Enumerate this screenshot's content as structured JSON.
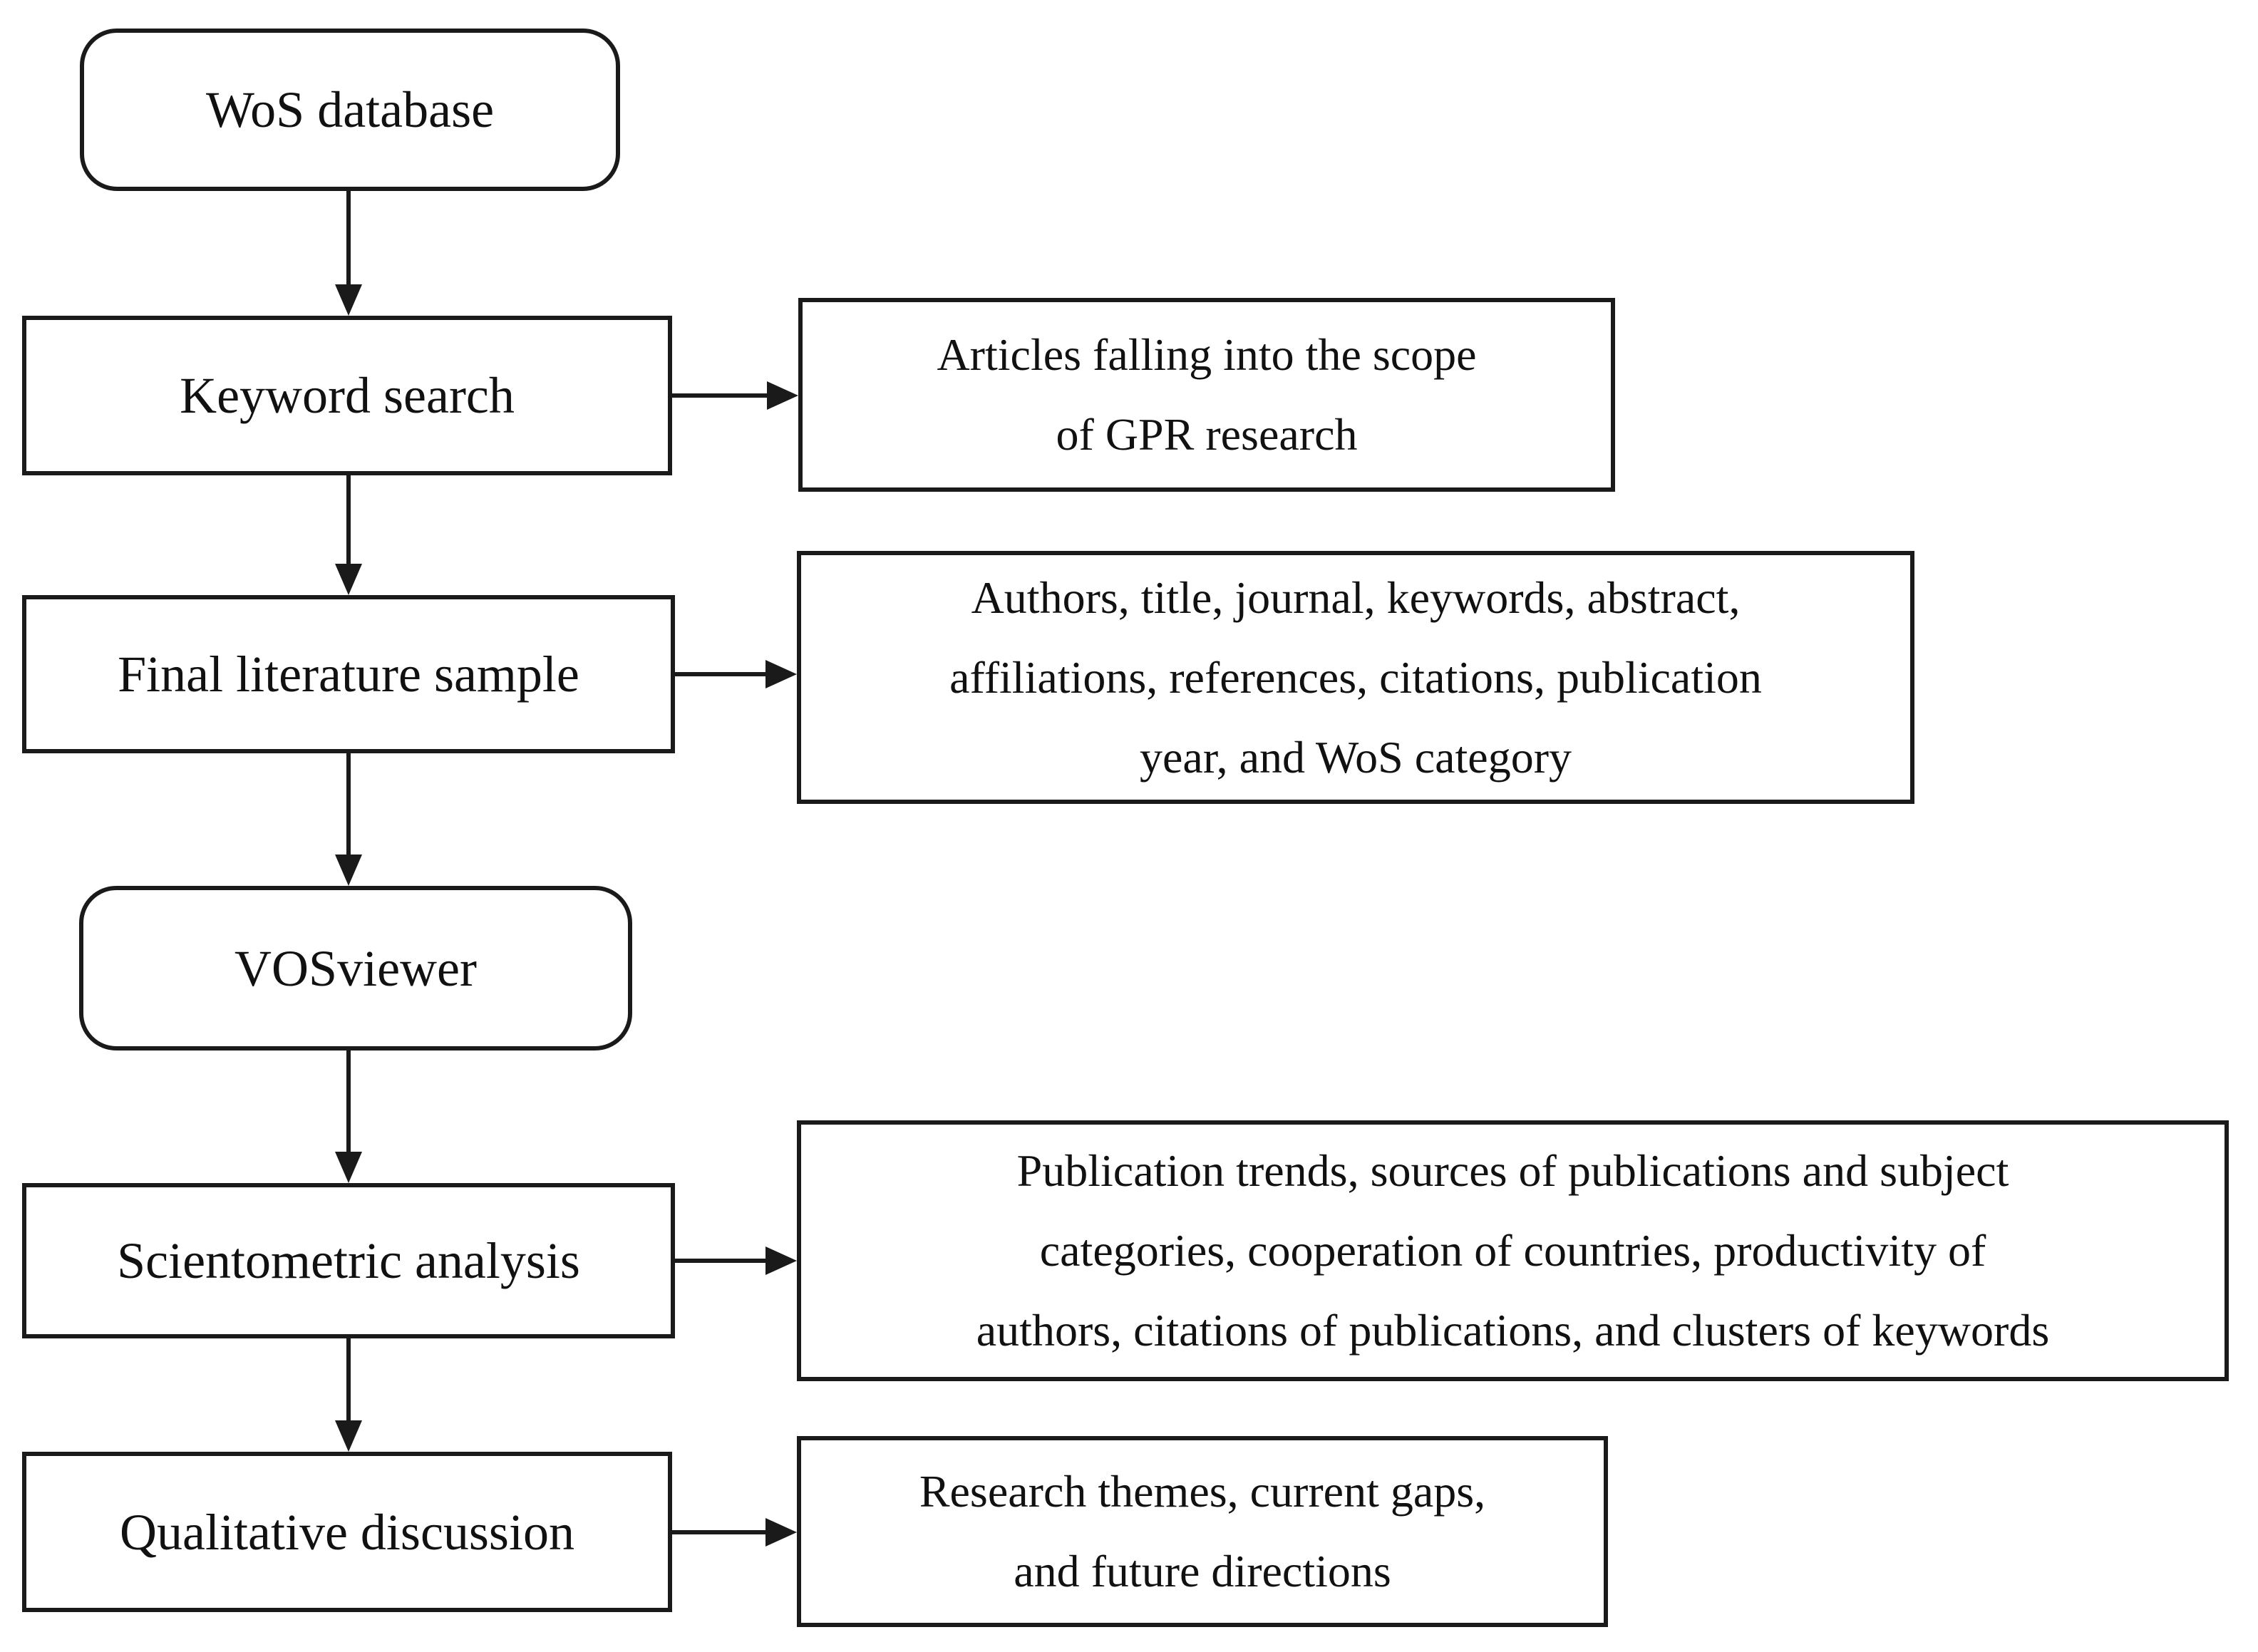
{
  "figure": {
    "colors": {
      "background": "#ffffff",
      "line": "#1a1a1a",
      "text": "#111111"
    },
    "nodes": {
      "wos_database": {
        "label": "WoS database",
        "shape": "rounded"
      },
      "keyword_search": {
        "label": "Keyword search",
        "shape": "rect"
      },
      "articles_scope": {
        "label": [
          "Articles falling into the scope",
          "of GPR research"
        ],
        "shape": "rect"
      },
      "final_literature_sample": {
        "label": "Final literature sample",
        "shape": "rect"
      },
      "sample_fields": {
        "label": [
          "Authors, title, journal, keywords, abstract,",
          "affiliations, references, citations, publication",
          "year, and WoS category"
        ],
        "shape": "rect"
      },
      "vosviewer": {
        "label": "VOSviewer",
        "shape": "rounded"
      },
      "scientometric_analysis": {
        "label": "Scientometric analysis",
        "shape": "rect"
      },
      "scientometric_outputs": {
        "label": [
          "Publication trends, sources of publications and subject",
          "categories, cooperation of countries, productivity of",
          "authors, citations of publications, and clusters of keywords"
        ],
        "shape": "rect"
      },
      "qualitative_discussion": {
        "label": "Qualitative discussion",
        "shape": "rect"
      },
      "qualitative_outputs": {
        "label": [
          "Research themes, current gaps,",
          "and future directions"
        ],
        "shape": "rect"
      }
    },
    "edges": [
      {
        "from": "wos_database",
        "to": "keyword_search",
        "direction": "down"
      },
      {
        "from": "keyword_search",
        "to": "articles_scope",
        "direction": "right"
      },
      {
        "from": "keyword_search",
        "to": "final_literature_sample",
        "direction": "down"
      },
      {
        "from": "final_literature_sample",
        "to": "sample_fields",
        "direction": "right"
      },
      {
        "from": "final_literature_sample",
        "to": "vosviewer",
        "direction": "down"
      },
      {
        "from": "vosviewer",
        "to": "scientometric_analysis",
        "direction": "down"
      },
      {
        "from": "scientometric_analysis",
        "to": "scientometric_outputs",
        "direction": "right"
      },
      {
        "from": "scientometric_analysis",
        "to": "qualitative_discussion",
        "direction": "down"
      },
      {
        "from": "qualitative_discussion",
        "to": "qualitative_outputs",
        "direction": "right"
      }
    ]
  }
}
